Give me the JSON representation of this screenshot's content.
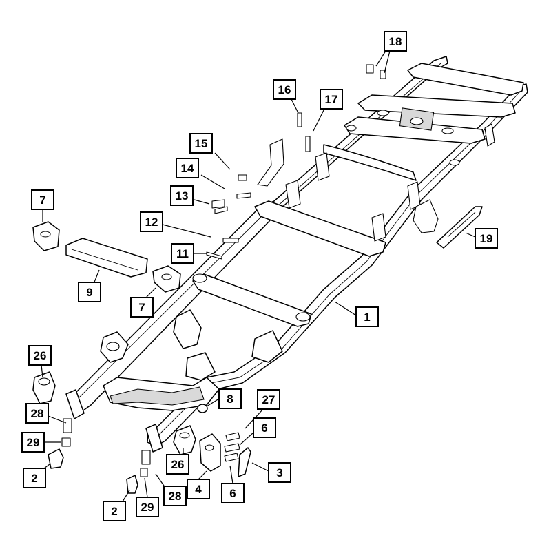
{
  "callouts": [
    {
      "id": "c18",
      "label": "18"
    },
    {
      "id": "c16",
      "label": "16"
    },
    {
      "id": "c17",
      "label": "17"
    },
    {
      "id": "c15",
      "label": "15"
    },
    {
      "id": "c14",
      "label": "14"
    },
    {
      "id": "c13",
      "label": "13"
    },
    {
      "id": "c7a",
      "label": "7"
    },
    {
      "id": "c12",
      "label": "12"
    },
    {
      "id": "c11",
      "label": "11"
    },
    {
      "id": "c9",
      "label": "9"
    },
    {
      "id": "c7b",
      "label": "7"
    },
    {
      "id": "c19",
      "label": "19"
    },
    {
      "id": "c1",
      "label": "1"
    },
    {
      "id": "c26a",
      "label": "26"
    },
    {
      "id": "c28a",
      "label": "28"
    },
    {
      "id": "c29a",
      "label": "29"
    },
    {
      "id": "c2a",
      "label": "2"
    },
    {
      "id": "c8",
      "label": "8"
    },
    {
      "id": "c27",
      "label": "27"
    },
    {
      "id": "c6a",
      "label": "6"
    },
    {
      "id": "c3",
      "label": "3"
    },
    {
      "id": "c26b",
      "label": "26"
    },
    {
      "id": "c4",
      "label": "4"
    },
    {
      "id": "c6b",
      "label": "6"
    },
    {
      "id": "c28b",
      "label": "28"
    },
    {
      "id": "c2b",
      "label": "2"
    },
    {
      "id": "c29b",
      "label": "29"
    }
  ]
}
